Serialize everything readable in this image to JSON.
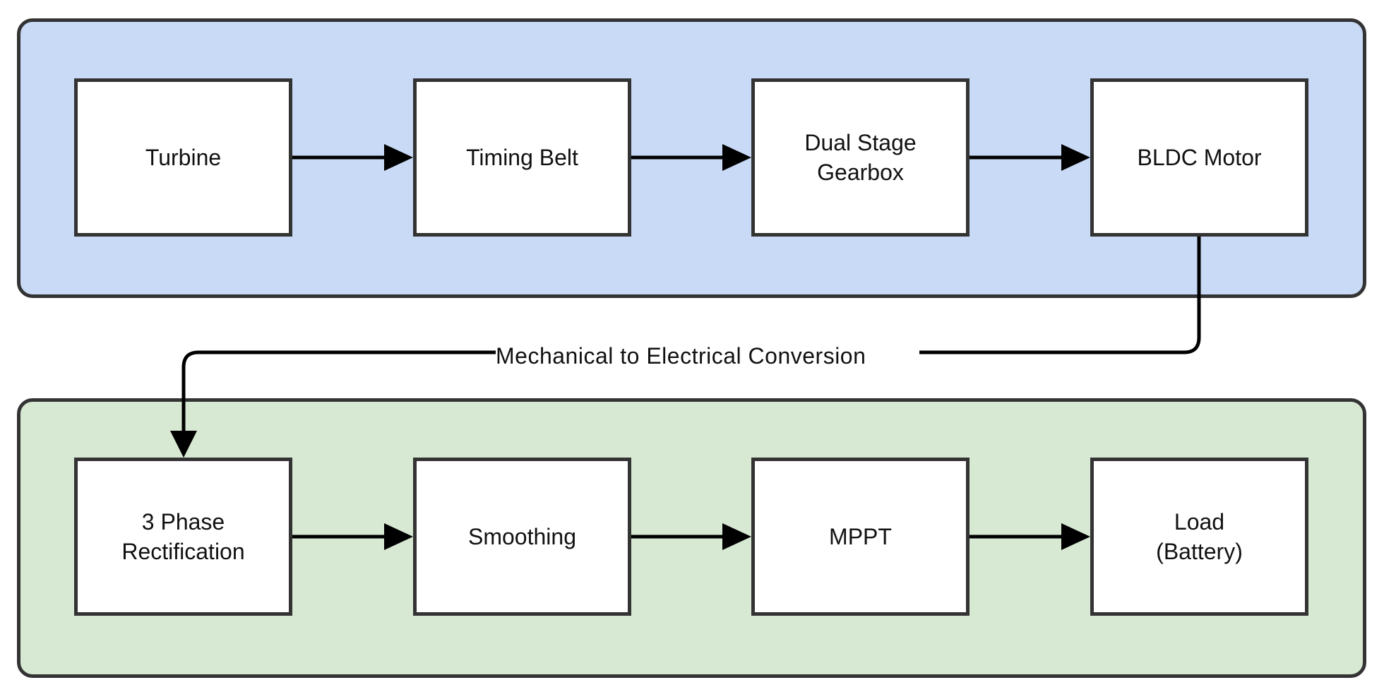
{
  "mechanical_group": {
    "fill": "#c9daf6",
    "blocks": [
      {
        "label": "Turbine"
      },
      {
        "label": "Timing Belt"
      },
      {
        "label": "Dual Stage\nGearbox"
      },
      {
        "label": "BLDC Motor"
      }
    ]
  },
  "conversion": {
    "label": "Mechanical to Electrical Conversion"
  },
  "electrical_group": {
    "fill": "#d8e9d3",
    "blocks": [
      {
        "label": "3 Phase\nRectification"
      },
      {
        "label": "Smoothing"
      },
      {
        "label": "MPPT"
      },
      {
        "label": "Load\n(Battery)"
      }
    ]
  },
  "colors": {
    "border": "#333333",
    "arrow": "#000000"
  }
}
